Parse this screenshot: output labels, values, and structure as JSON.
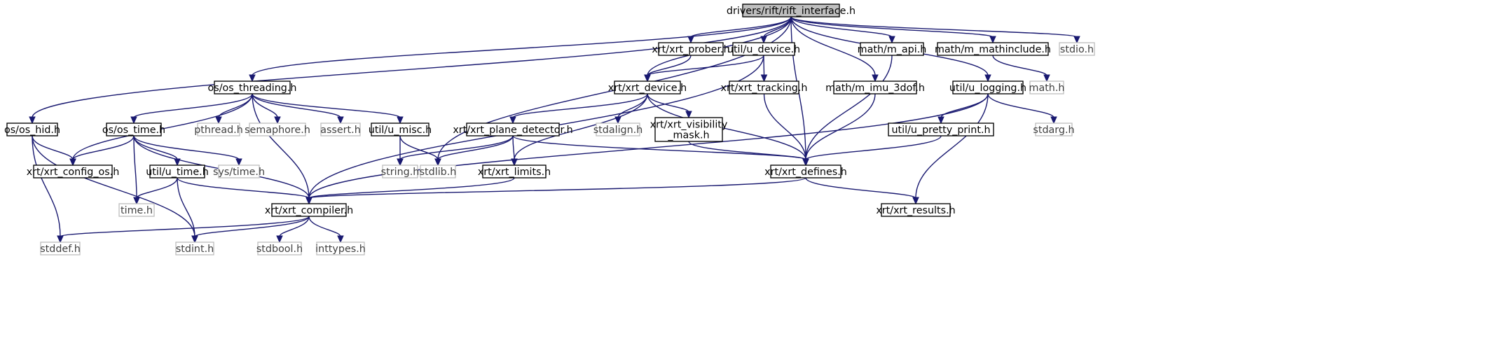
{
  "colors": {
    "edge": "#191970",
    "root_fill": "#bfbfbf",
    "node_border": "#000000",
    "system_border": "#bfbfbf",
    "system_text": "#3f3f3f"
  },
  "nodes": [
    {
      "id": "root",
      "lines": [
        "drivers/rift/rift_interface.h"
      ],
      "kind": "root"
    },
    {
      "id": "os_hid",
      "lines": [
        "os/os_hid.h"
      ],
      "kind": "doc"
    },
    {
      "id": "os_threading",
      "lines": [
        "os/os_threading.h"
      ],
      "kind": "doc"
    },
    {
      "id": "xrt_prober",
      "lines": [
        "xrt/xrt_prober.h"
      ],
      "kind": "doc"
    },
    {
      "id": "u_device",
      "lines": [
        "util/u_device.h"
      ],
      "kind": "doc"
    },
    {
      "id": "m_api",
      "lines": [
        "math/m_api.h"
      ],
      "kind": "doc"
    },
    {
      "id": "m_mathinclude",
      "lines": [
        "math/m_mathinclude.h"
      ],
      "kind": "doc"
    },
    {
      "id": "stdio",
      "lines": [
        "stdio.h"
      ],
      "kind": "sys"
    },
    {
      "id": "xrt_device",
      "lines": [
        "xrt/xrt_device.h"
      ],
      "kind": "doc"
    },
    {
      "id": "xrt_tracking",
      "lines": [
        "xrt/xrt_tracking.h"
      ],
      "kind": "doc"
    },
    {
      "id": "m_imu_3dof",
      "lines": [
        "math/m_imu_3dof.h"
      ],
      "kind": "doc"
    },
    {
      "id": "u_logging",
      "lines": [
        "util/u_logging.h"
      ],
      "kind": "doc"
    },
    {
      "id": "math_h",
      "lines": [
        "math.h"
      ],
      "kind": "sys"
    },
    {
      "id": "os_time",
      "lines": [
        "os/os_time.h"
      ],
      "kind": "doc"
    },
    {
      "id": "pthread",
      "lines": [
        "pthread.h"
      ],
      "kind": "sys"
    },
    {
      "id": "semaphore",
      "lines": [
        "semaphore.h"
      ],
      "kind": "sys"
    },
    {
      "id": "assert",
      "lines": [
        "assert.h"
      ],
      "kind": "sys"
    },
    {
      "id": "u_misc",
      "lines": [
        "util/u_misc.h"
      ],
      "kind": "doc"
    },
    {
      "id": "xrt_plane",
      "lines": [
        "xrt/xrt_plane_detector.h"
      ],
      "kind": "doc"
    },
    {
      "id": "stdalign",
      "lines": [
        "stdalign.h"
      ],
      "kind": "sys"
    },
    {
      "id": "xrt_visibility",
      "lines": [
        "xrt/xrt_visibility",
        "_mask.h"
      ],
      "kind": "doc"
    },
    {
      "id": "u_pretty",
      "lines": [
        "util/u_pretty_print.h"
      ],
      "kind": "doc"
    },
    {
      "id": "stdarg",
      "lines": [
        "stdarg.h"
      ],
      "kind": "sys"
    },
    {
      "id": "xrt_config_os",
      "lines": [
        "xrt/xrt_config_os.h"
      ],
      "kind": "doc"
    },
    {
      "id": "u_time",
      "lines": [
        "util/u_time.h"
      ],
      "kind": "doc"
    },
    {
      "id": "sys_time",
      "lines": [
        "sys/time.h"
      ],
      "kind": "sys"
    },
    {
      "id": "string",
      "lines": [
        "string.h"
      ],
      "kind": "sys"
    },
    {
      "id": "stdlib",
      "lines": [
        "stdlib.h"
      ],
      "kind": "sys"
    },
    {
      "id": "xrt_limits",
      "lines": [
        "xrt/xrt_limits.h"
      ],
      "kind": "doc"
    },
    {
      "id": "xrt_defines",
      "lines": [
        "xrt/xrt_defines.h"
      ],
      "kind": "doc"
    },
    {
      "id": "time_h",
      "lines": [
        "time.h"
      ],
      "kind": "sys"
    },
    {
      "id": "xrt_compiler",
      "lines": [
        "xrt/xrt_compiler.h"
      ],
      "kind": "doc"
    },
    {
      "id": "xrt_results",
      "lines": [
        "xrt/xrt_results.h"
      ],
      "kind": "doc"
    },
    {
      "id": "stddef",
      "lines": [
        "stddef.h"
      ],
      "kind": "sys"
    },
    {
      "id": "stdint",
      "lines": [
        "stdint.h"
      ],
      "kind": "sys"
    },
    {
      "id": "stdbool",
      "lines": [
        "stdbool.h"
      ],
      "kind": "sys"
    },
    {
      "id": "inttypes",
      "lines": [
        "inttypes.h"
      ],
      "kind": "sys"
    }
  ],
  "edges": [
    [
      "root",
      "os_hid"
    ],
    [
      "root",
      "os_threading"
    ],
    [
      "root",
      "xrt_prober"
    ],
    [
      "root",
      "u_device"
    ],
    [
      "root",
      "m_api"
    ],
    [
      "root",
      "m_mathinclude"
    ],
    [
      "root",
      "stdio"
    ],
    [
      "root",
      "xrt_device"
    ],
    [
      "root",
      "m_imu_3dof"
    ],
    [
      "root",
      "u_logging"
    ],
    [
      "root",
      "stdlib"
    ],
    [
      "root",
      "xrt_defines"
    ],
    [
      "os_hid",
      "xrt_config_os"
    ],
    [
      "os_hid",
      "stddef"
    ],
    [
      "os_hid",
      "stdint"
    ],
    [
      "os_threading",
      "xrt_config_os"
    ],
    [
      "os_threading",
      "os_time"
    ],
    [
      "os_threading",
      "pthread"
    ],
    [
      "os_threading",
      "semaphore"
    ],
    [
      "os_threading",
      "assert"
    ],
    [
      "os_threading",
      "u_misc"
    ],
    [
      "os_threading",
      "xrt_compiler"
    ],
    [
      "xrt_prober",
      "xrt_device"
    ],
    [
      "u_device",
      "xrt_device"
    ],
    [
      "u_device",
      "xrt_tracking"
    ],
    [
      "u_device",
      "xrt_compiler"
    ],
    [
      "m_api",
      "xrt_defines"
    ],
    [
      "m_mathinclude",
      "math_h"
    ],
    [
      "xrt_device",
      "xrt_plane"
    ],
    [
      "xrt_device",
      "stdalign"
    ],
    [
      "xrt_device",
      "xrt_visibility"
    ],
    [
      "xrt_device",
      "xrt_limits"
    ],
    [
      "xrt_device",
      "xrt_defines"
    ],
    [
      "xrt_tracking",
      "xrt_defines"
    ],
    [
      "m_imu_3dof",
      "xrt_defines"
    ],
    [
      "u_logging",
      "u_pretty"
    ],
    [
      "u_logging",
      "stdarg"
    ],
    [
      "u_logging",
      "xrt_compiler"
    ],
    [
      "u_logging",
      "xrt_results"
    ],
    [
      "os_time",
      "xrt_config_os"
    ],
    [
      "os_time",
      "u_time"
    ],
    [
      "os_time",
      "sys_time"
    ],
    [
      "os_time",
      "time_h"
    ],
    [
      "os_time",
      "xrt_compiler"
    ],
    [
      "u_misc",
      "string"
    ],
    [
      "u_misc",
      "stdlib"
    ],
    [
      "xrt_plane",
      "string"
    ],
    [
      "xrt_plane",
      "stdlib"
    ],
    [
      "xrt_plane",
      "xrt_limits"
    ],
    [
      "xrt_plane",
      "xrt_defines"
    ],
    [
      "xrt_visibility",
      "xrt_defines"
    ],
    [
      "u_pretty",
      "xrt_defines"
    ],
    [
      "u_time",
      "time_h"
    ],
    [
      "u_time",
      "stdint"
    ],
    [
      "u_time",
      "xrt_compiler"
    ],
    [
      "xrt_limits",
      "xrt_compiler"
    ],
    [
      "xrt_defines",
      "xrt_compiler"
    ],
    [
      "xrt_defines",
      "xrt_results"
    ],
    [
      "xrt_compiler",
      "stddef"
    ],
    [
      "xrt_compiler",
      "stdint"
    ],
    [
      "xrt_compiler",
      "stdbool"
    ],
    [
      "xrt_compiler",
      "inttypes"
    ]
  ]
}
